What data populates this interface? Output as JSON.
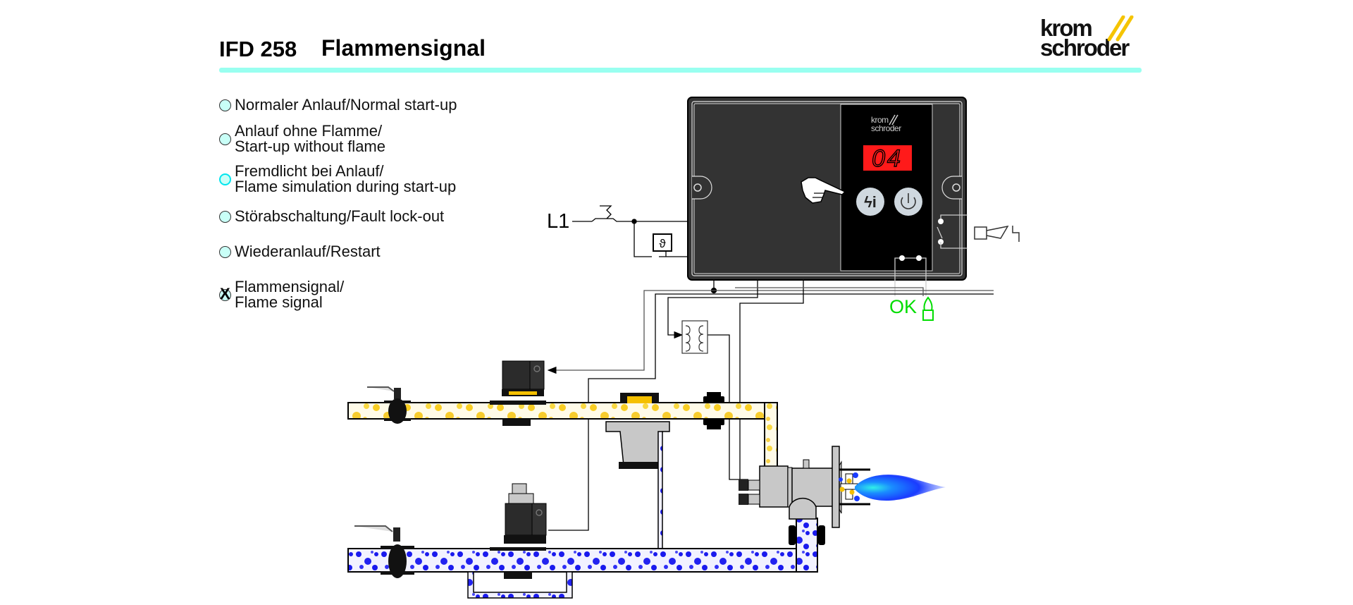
{
  "header": {
    "model": "IFD 258",
    "title": "Flammensignal",
    "rule_color": "#99fff0"
  },
  "logo": {
    "line1": "krom",
    "line2": "schroder",
    "slash_color": "#f5c400"
  },
  "legend": {
    "items": [
      {
        "label": "Normaler Anlauf/Normal start-up",
        "state": "inactive"
      },
      {
        "label": "Anlauf ohne Flamme/\nStart-up without flame",
        "state": "inactive"
      },
      {
        "label": "Fremdlicht bei Anlauf/\nFlame simulation during start-up",
        "state": "inactive-cyan"
      },
      {
        "label": "Störabschaltung/Fault lock-out",
        "state": "inactive"
      },
      {
        "label": "Wiederanlauf/Restart",
        "state": "inactive"
      },
      {
        "label": "Flammensignal/\nFlame signal",
        "state": "selected",
        "mark": "X"
      }
    ]
  },
  "controller": {
    "display_value": "04",
    "display_color": "#ff1a1a",
    "panel_logo_line1": "krom",
    "panel_logo_line2": "schroder",
    "reset_info_button_glyph": "ϟi",
    "power_button_glyph": "⏻"
  },
  "wiring": {
    "supply_label": "L1",
    "thermostat_glyph": "ϑ",
    "flame_status_label": "OK",
    "flame_status_color": "#00dd00"
  },
  "colors": {
    "gas_yellow": "#f5c000",
    "air_blue": "#1a1aee",
    "flame_blue": "#1a3cff",
    "flame_core": "#30f0e8",
    "housing_dark": "#333333",
    "panel_black": "#000000",
    "component_grey": "#c8c8c8"
  }
}
